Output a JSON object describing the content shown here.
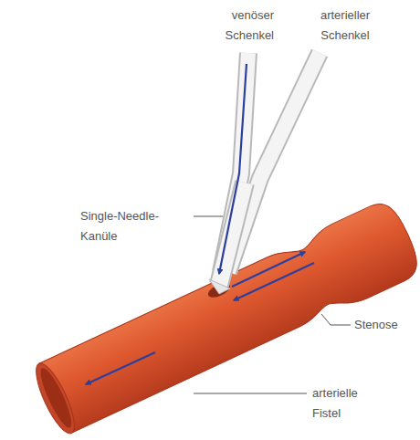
{
  "diagram": {
    "labels": [
      "venöser Schenkel",
      "arterieller Schenkel",
      "Single-Needle-Kanüle",
      "Stenose",
      "arterielle Fistel"
    ]
  }
}
